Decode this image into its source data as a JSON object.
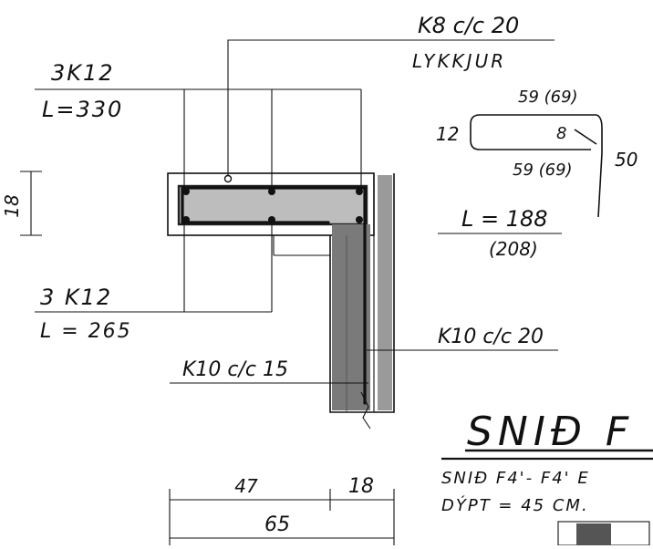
{
  "labels": {
    "stirrup_spec": "K8 c/c 20",
    "stirrup_note": "LYKKJUR",
    "top_bars": "3K12",
    "top_bars_length": "L=330",
    "bottom_bars": "3 K12",
    "bottom_bars_length": "L = 265",
    "wall_bars_right": "K10 c/c 20",
    "wall_bars_left": "K10 c/c 15"
  },
  "dimensions": {
    "slab_thickness": "18",
    "width_left": "47",
    "width_right": "18",
    "width_total": "65"
  },
  "stirrup_shape": {
    "top_length": "59 (69)",
    "left_height": "12",
    "inner": "8",
    "bottom_length": "59 (69)",
    "leg": "50",
    "total_length": "L = 188",
    "alt_length": "(208)"
  },
  "section": {
    "title": "SNIÐ F",
    "subtitle": "SNIÐ F4'- F4' E",
    "depth": "DÝPT = 45 CM."
  }
}
